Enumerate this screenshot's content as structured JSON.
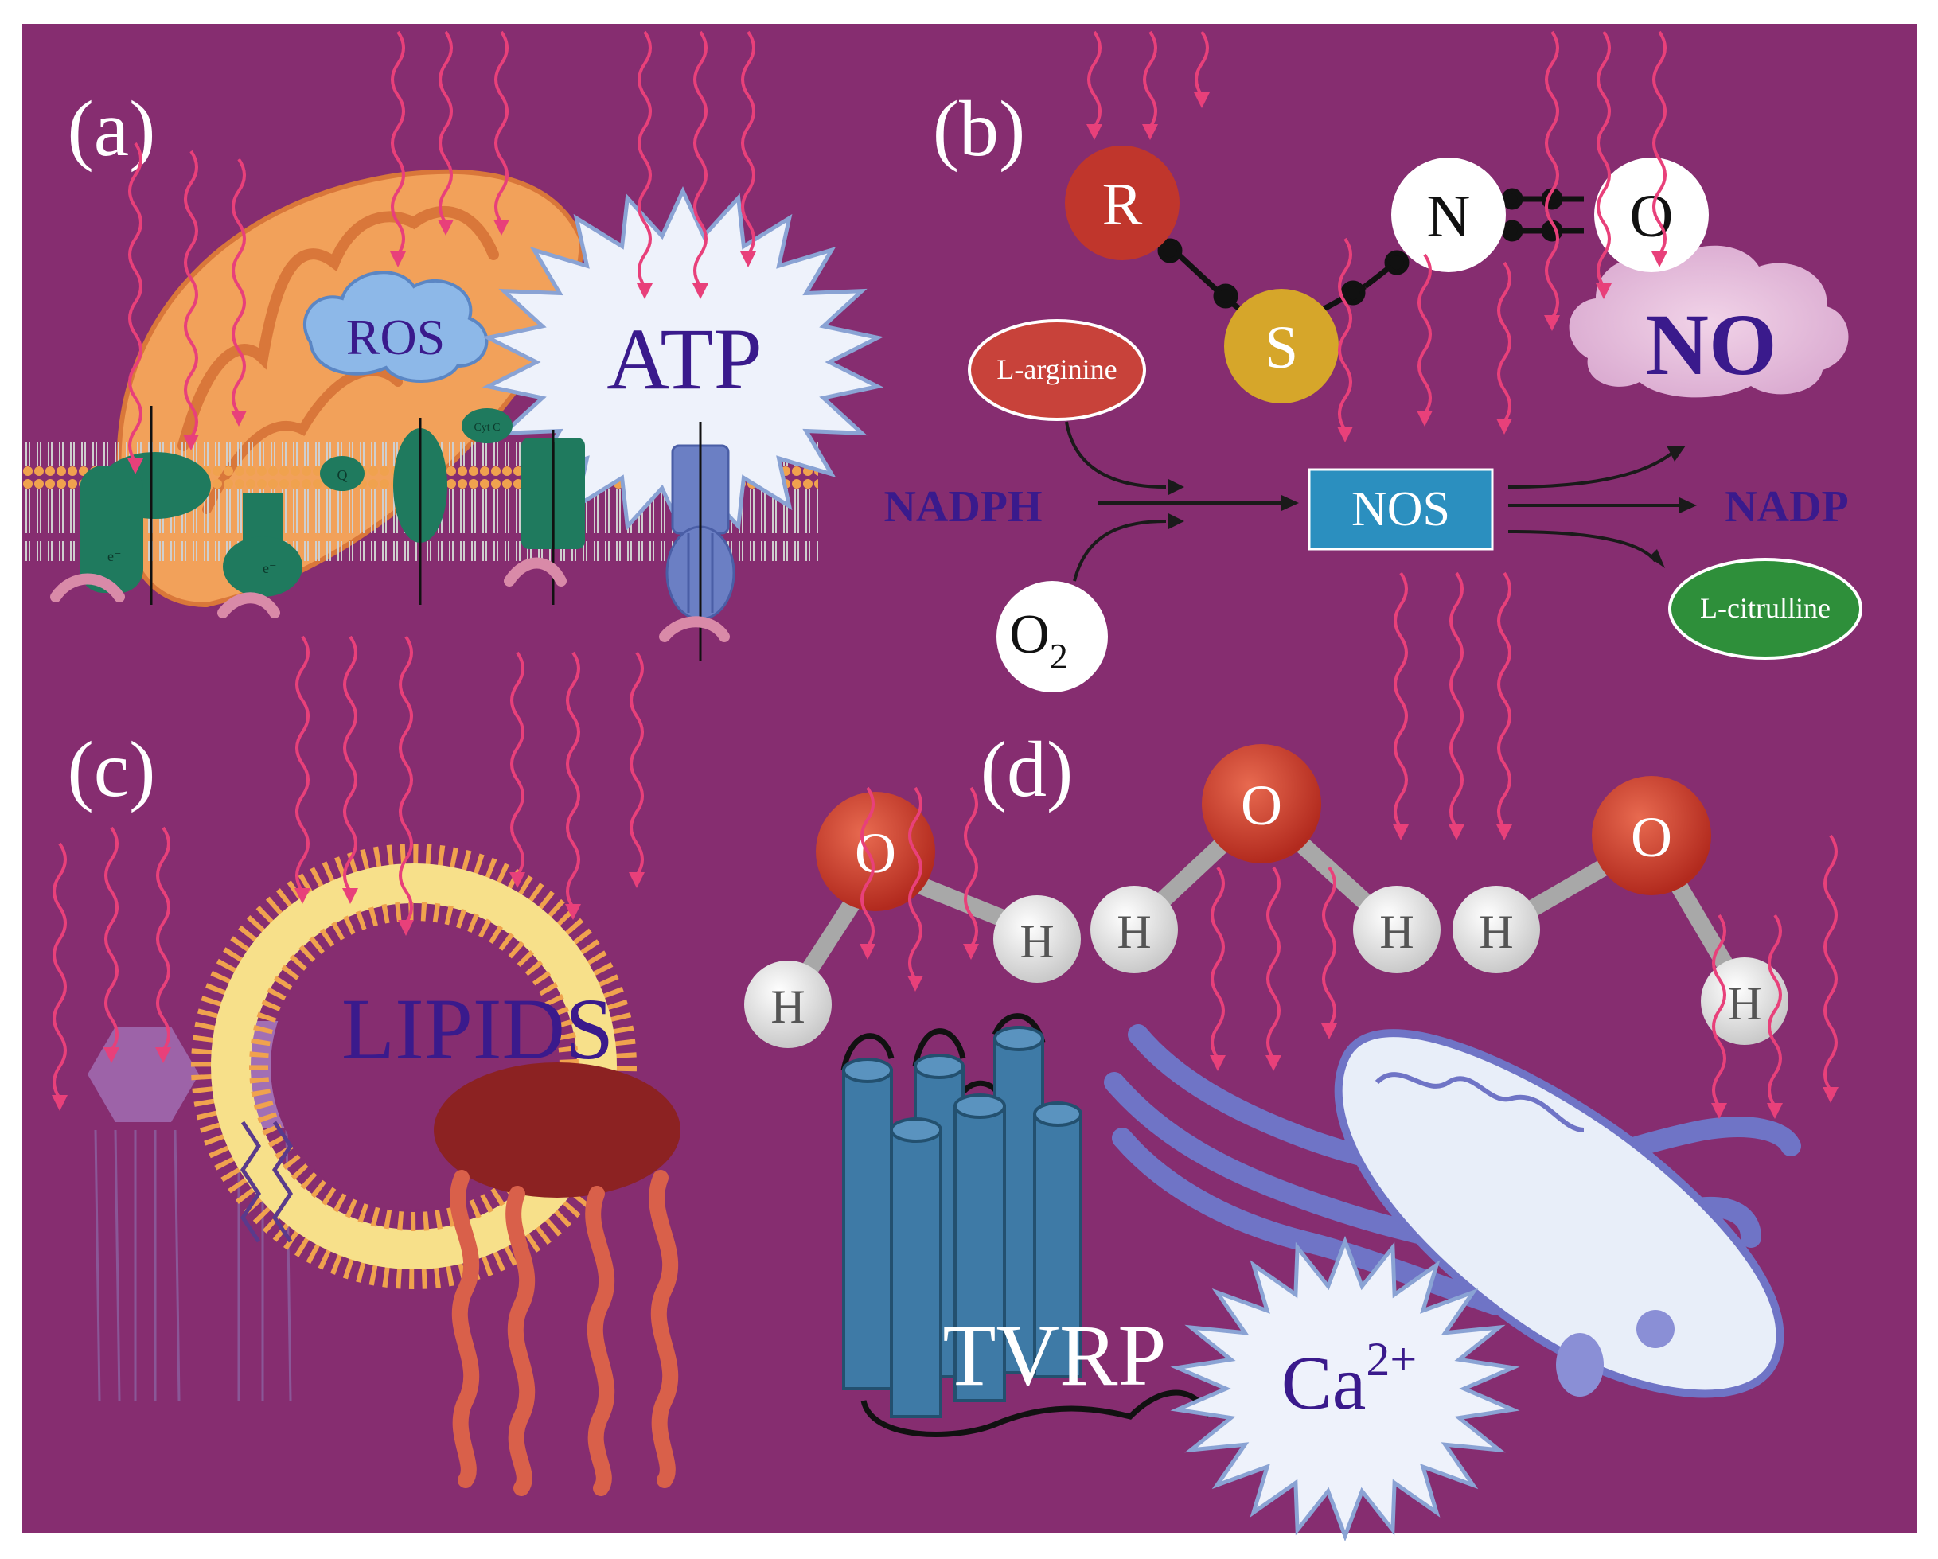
{
  "panels": {
    "a": "(a)",
    "b": "(b)",
    "c": "(c)",
    "d": "(d)"
  },
  "panel_a": {
    "ros": "ROS",
    "atp": "ATP",
    "complex_labels": [
      "e⁻",
      "e⁻",
      "Q",
      "Cyt C"
    ]
  },
  "panel_b": {
    "r": "R",
    "s": "S",
    "n": "N",
    "o": "O",
    "no": "NO",
    "l_arginine": "L-arginine",
    "nadph": "NADPH",
    "nos": "NOS",
    "nadp": "NADP",
    "o2_base": "O",
    "o2_sub": "2",
    "l_citrulline": "L-citrulline"
  },
  "panel_c": {
    "lipids": "LIPIDS"
  },
  "panel_d": {
    "oxygen": "O",
    "hydrogen": "H",
    "tvrp": "TVRP",
    "ca_base": "Ca",
    "ca_sup": "2+"
  },
  "colors": {
    "background": "#862d70",
    "border": "#ffffff",
    "label_text": "#3a1a8c",
    "wave": "#e8407a",
    "nos_box": "#2b8fbf",
    "atom_r": "#c0362c",
    "atom_s": "#d6a62a",
    "l_arginine": "#c8423a",
    "l_citrulline": "#2e8f3a",
    "mitochondrion": "#f2a15a",
    "membrane_protein": "#1f7a5e",
    "channel": "#3e7aa6",
    "er": "#8a8fd6"
  }
}
